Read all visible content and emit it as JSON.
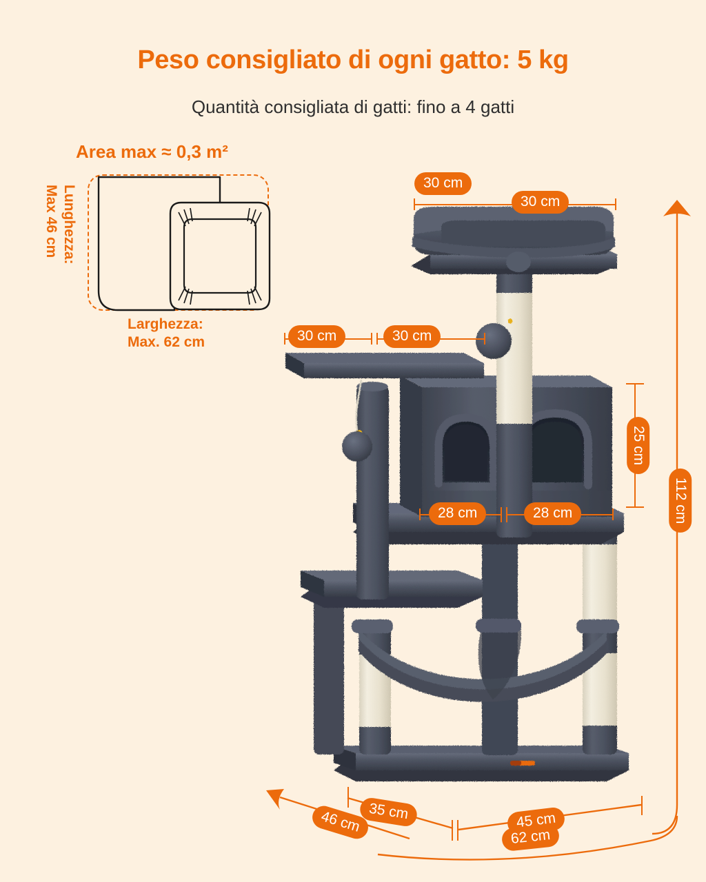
{
  "page": {
    "background_color": "#FDF1E0",
    "accent_color": "#EC6B0C",
    "text_color": "#2E2E2E",
    "plush_color": "#4A4F5C",
    "sisal_color": "#EFE8D8"
  },
  "header": {
    "title": "Peso consigliato di ogni gatto: 5 kg",
    "subtitle": "Quantità consigliata di gatti: fino a 4 gatti"
  },
  "area_diagram": {
    "title": "Area max  ≈ 0,3 m²",
    "length_label_line1": "Lunghezza:",
    "length_label_line2": "Max 46 cm",
    "width_label_line1": "Larghezza:",
    "width_label_line2": "Max. 62 cm"
  },
  "dimensions": {
    "top_bed_left": "30 cm",
    "top_bed_right": "30 cm",
    "perch_left": "30 cm",
    "perch_right": "30 cm",
    "condo_left": "28 cm",
    "condo_right": "28 cm",
    "condo_height": "25 cm",
    "total_height": "112 cm",
    "base_depth_front": "35 cm",
    "base_width_right": "45 cm",
    "base_depth_diagonal": "46 cm",
    "base_width_total": "62 cm"
  }
}
